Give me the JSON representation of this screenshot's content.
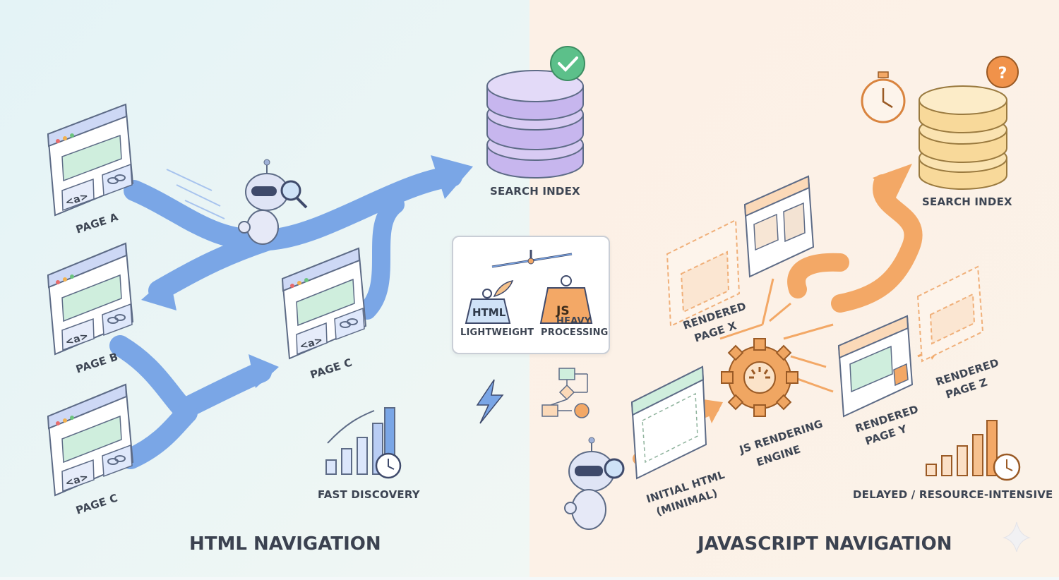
{
  "left": {
    "title": "HTML NAVIGATION",
    "pages": [
      "PAGE A",
      "PAGE B",
      "PAGE C",
      "PAGE C"
    ],
    "link_tag": "<a>",
    "search_index": "SEARCH INDEX",
    "metric": "FAST DISCOVERY"
  },
  "center": {
    "html_tag": "HTML",
    "js_tag": "JS",
    "html_caption": "LIGHTWEIGHT",
    "js_caption_line1": "HEAVY",
    "js_caption_line2": "PROCESSING"
  },
  "right": {
    "title": "JAVASCRIPT NAVIGATION",
    "search_index": "SEARCH INDEX",
    "initial_line1": "INITIAL HTML",
    "initial_line2": "(MINIMAL)",
    "engine_line1": "JS RENDERING",
    "engine_line2": "ENGINE",
    "page_x_line1": "RENDERED",
    "page_x_line2": "PAGE X",
    "page_y_line1": "RENDERED",
    "page_y_line2": "PAGE Y",
    "page_z_line1": "RENDERED",
    "page_z_line2": "PAGE Z",
    "metric": "DELAYED / RESOURCE-INTENSIVE"
  },
  "colors": {
    "left_bg": "#e9f5f6",
    "right_bg": "#fcf1e6",
    "blue_path": "#7aa6e6",
    "orange_path": "#f3a866",
    "index_purple": "#c7b6ee",
    "index_yellow": "#f8d99a",
    "check_green": "#5cc08a",
    "question_orange": "#f0924a",
    "window_green": "#cfeedd",
    "window_header": "#cdd8f5"
  },
  "icons": [
    "check-icon",
    "question-icon",
    "stopwatch-icon",
    "link-icon",
    "magnifier-icon",
    "robot-icon",
    "gear-icon",
    "lightning-icon",
    "flowchart-icon",
    "scale-icon",
    "feather-icon",
    "clock-icon",
    "bar-chart-icon",
    "sparkle-icon"
  ]
}
